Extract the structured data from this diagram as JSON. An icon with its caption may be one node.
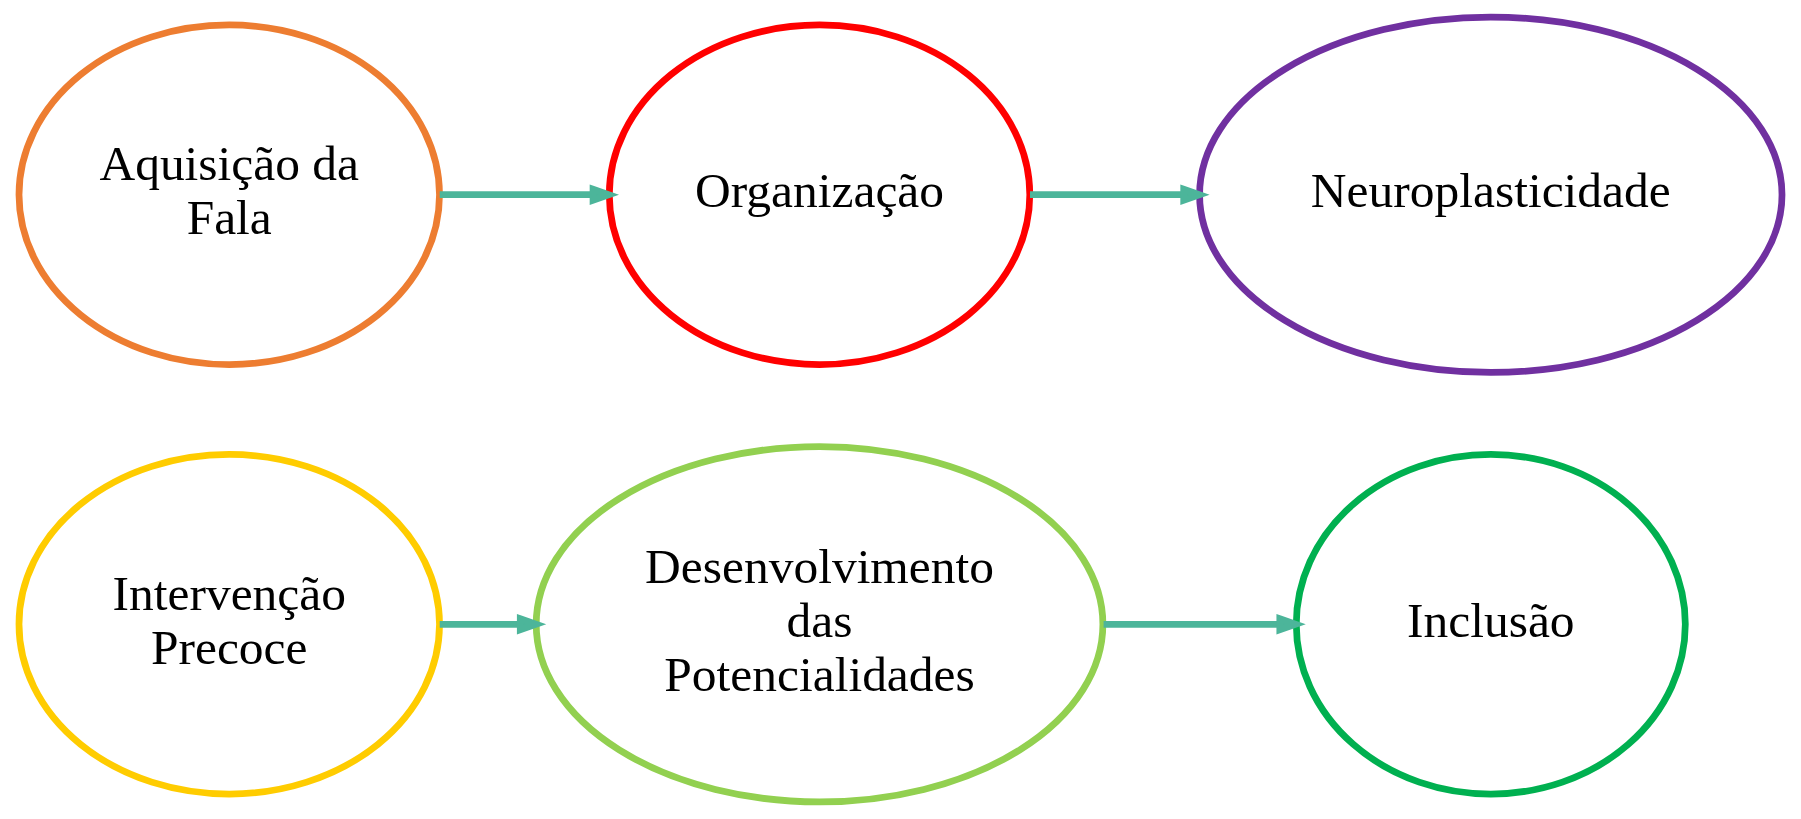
{
  "diagram": {
    "nodes": [
      {
        "text": [
          "Intervenção Precoce"
        ]
      },
      {
        "text": [
          "Desenvolvimento das Potencialidades"
        ]
      },
      {
        "text": [
          "Inclusão"
        ]
      },
      {
        "text": [
          "Aquisição da Fala"
        ]
      },
      {
        "text": [
          "Organização"
        ]
      },
      {
        "text": [
          "Neuroplasticidade"
        ]
      }
    ],
    "edges": [
      {
        "from": 0,
        "to": 1,
        "arrow": "to"
      },
      {
        "from": 1,
        "to": 2,
        "arrow": "to"
      },
      {
        "from": 3,
        "to": 4,
        "arrow": "to"
      },
      {
        "from": 4,
        "to": 5,
        "arrow": "to"
      }
    ]
  }
}
